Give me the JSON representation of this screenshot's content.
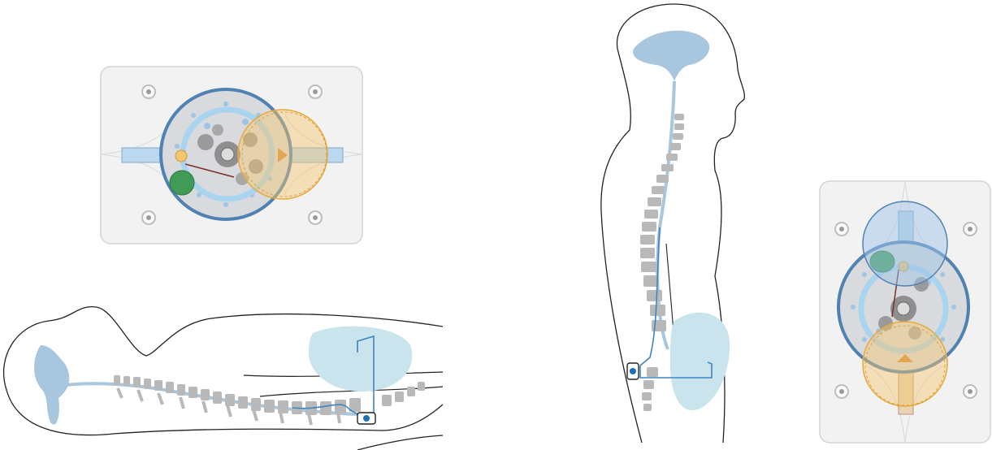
{
  "figure": {
    "panels": [
      {
        "name": "valve-device-horizontal",
        "orientation": "horizontal"
      },
      {
        "name": "body-lying-side-view",
        "posture": "supine"
      },
      {
        "name": "body-standing-side-view",
        "posture": "upright"
      },
      {
        "name": "valve-device-vertical",
        "orientation": "vertical"
      }
    ],
    "colors": {
      "csf_blue": "#a9c6df",
      "catheter_blue": "#3b86c4",
      "valve_ring": "#4f82b3",
      "spine_gray": "#b9b9b9",
      "abdomen_cyan": "#c9e4ec",
      "gear_gray": "#8f8f8f",
      "weight_green": "#3f9b56",
      "lens_orange": "#f3c56f",
      "lens_blue": "#9fc3e6"
    }
  }
}
